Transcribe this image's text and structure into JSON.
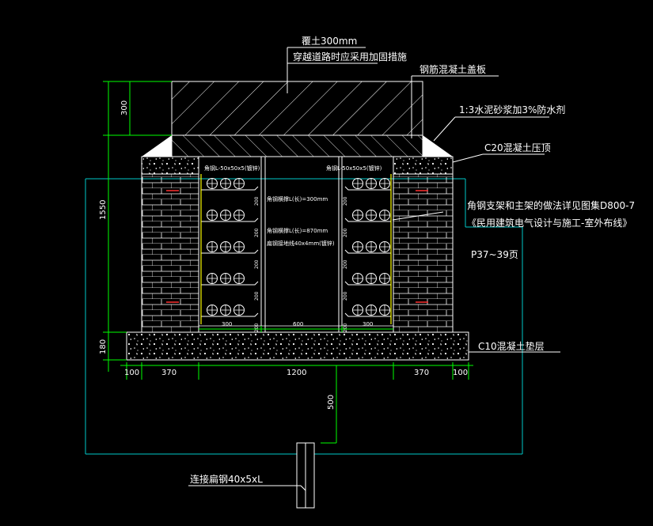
{
  "labels": {
    "cover_soil": "覆土300mm",
    "road_note": "穿越道路时应采用加固措施",
    "cover_plate": "钢筋混凝土盖板",
    "mortar": "1:3水泥砂浆加3%防水剂",
    "ring_beam": "C20混凝土压顶",
    "bracket_note_1": "角钢支架和主架的做法详见图集D800-7",
    "bracket_note_2": "《民用建筑电气设计与施工-室外布线》",
    "pages": "P37~39页",
    "base": "C10混凝土垫层",
    "ground_rod": "连接扁钢40x5xL",
    "left_bracket": "角钢L-50x50x5(镀锌)",
    "right_bracket": "角钢L-50x50x5(镀锌)",
    "mid_a": "角钢横撑L(长)=300mm",
    "mid_b": "角钢横撑L(长)=870mm",
    "mid_c": "扁钢接地线40x4mm(镀锌)"
  },
  "dims": {
    "d300": "300",
    "d1550": "1550",
    "d180": "180",
    "d100_left": "100",
    "d370_left": "370",
    "d1200": "1200",
    "d370_right": "370",
    "d100_right": "100",
    "d500": "500",
    "bottom_300_left": "300",
    "bottom_600": "600",
    "bottom_300_right": "300",
    "spacing": "200"
  },
  "colors": {
    "background": "#000000",
    "structure": "#ffffff",
    "dimension": "#00ff00",
    "outline": "#00c8c8",
    "brick_accent": "#ff3030",
    "bracket": "#ffff00"
  }
}
